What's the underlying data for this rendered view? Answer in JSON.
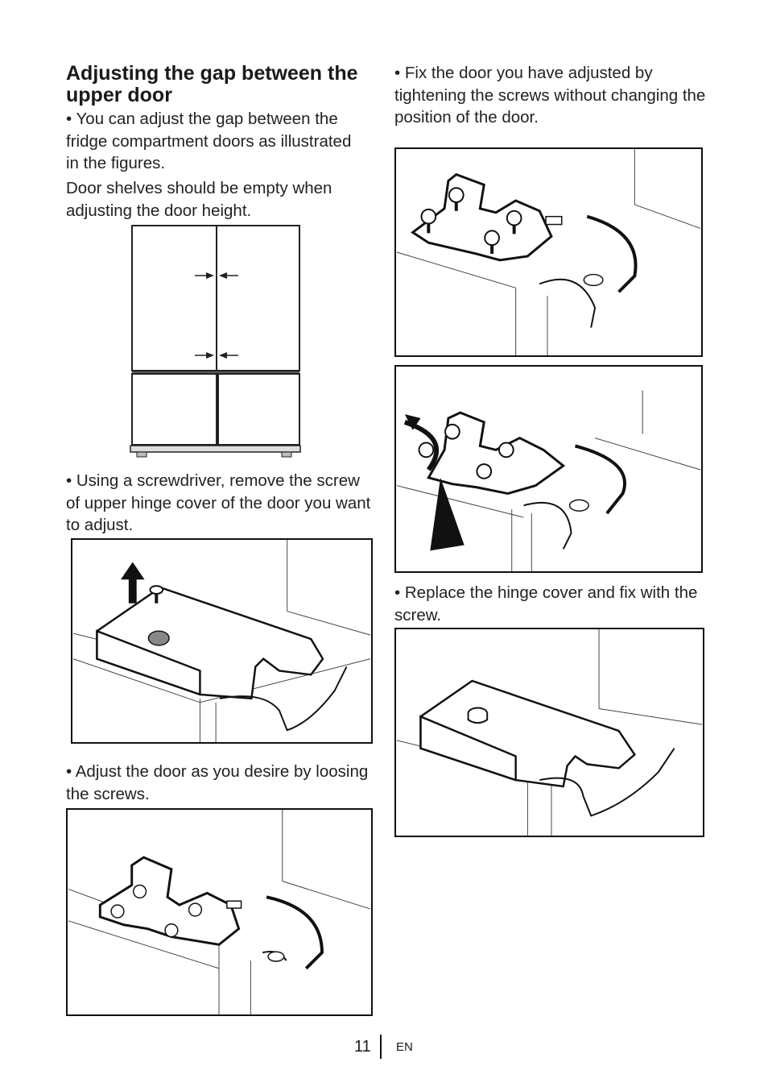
{
  "section": {
    "title": "Adjusting the gap between the upper door"
  },
  "left_column": {
    "p1": "• You can adjust the gap between the fridge compartment doors as illustrated in the figures.",
    "p2": "Door shelves should be empty when adjusting the door height.",
    "p3": "• Using a screwdriver, remove the screw of upper hinge cover of the door you want to adjust.",
    "p4": "• Adjust the door as you desire by loosing the screws."
  },
  "right_column": {
    "p1": "• Fix the door you have adjusted by tightening the screws without changing the position of the door.",
    "p2": "• Replace the hinge cover and fix with the screw."
  },
  "figures": {
    "fridge_front": "fridge-front-diagram",
    "remove_cover_screw": "hinge-cover-screw-removal",
    "loosen_screws": "hinge-screws-loosened",
    "tighten_screws": "hinge-screws-tightened",
    "rotate_screws": "hinge-screws-rotation",
    "replace_cover": "hinge-cover-replaced"
  },
  "footer": {
    "page_number": "11",
    "language": "EN"
  }
}
